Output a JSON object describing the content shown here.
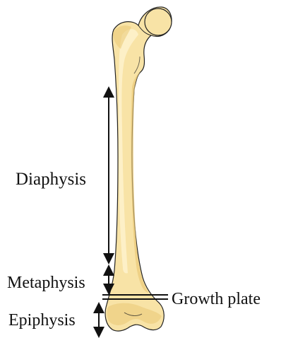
{
  "diagram": {
    "labels": {
      "diaphysis": "Diaphysis",
      "metaphysis": "Metaphysis",
      "growth_plate": "Growth plate",
      "epiphysis": "Epiphysis"
    },
    "colors": {
      "bone_fill": "#F8E3A6",
      "bone_highlight": "#FFF4D2",
      "bone_shadow": "#E9C874",
      "outline": "#222222",
      "arrow": "#111111"
    }
  }
}
